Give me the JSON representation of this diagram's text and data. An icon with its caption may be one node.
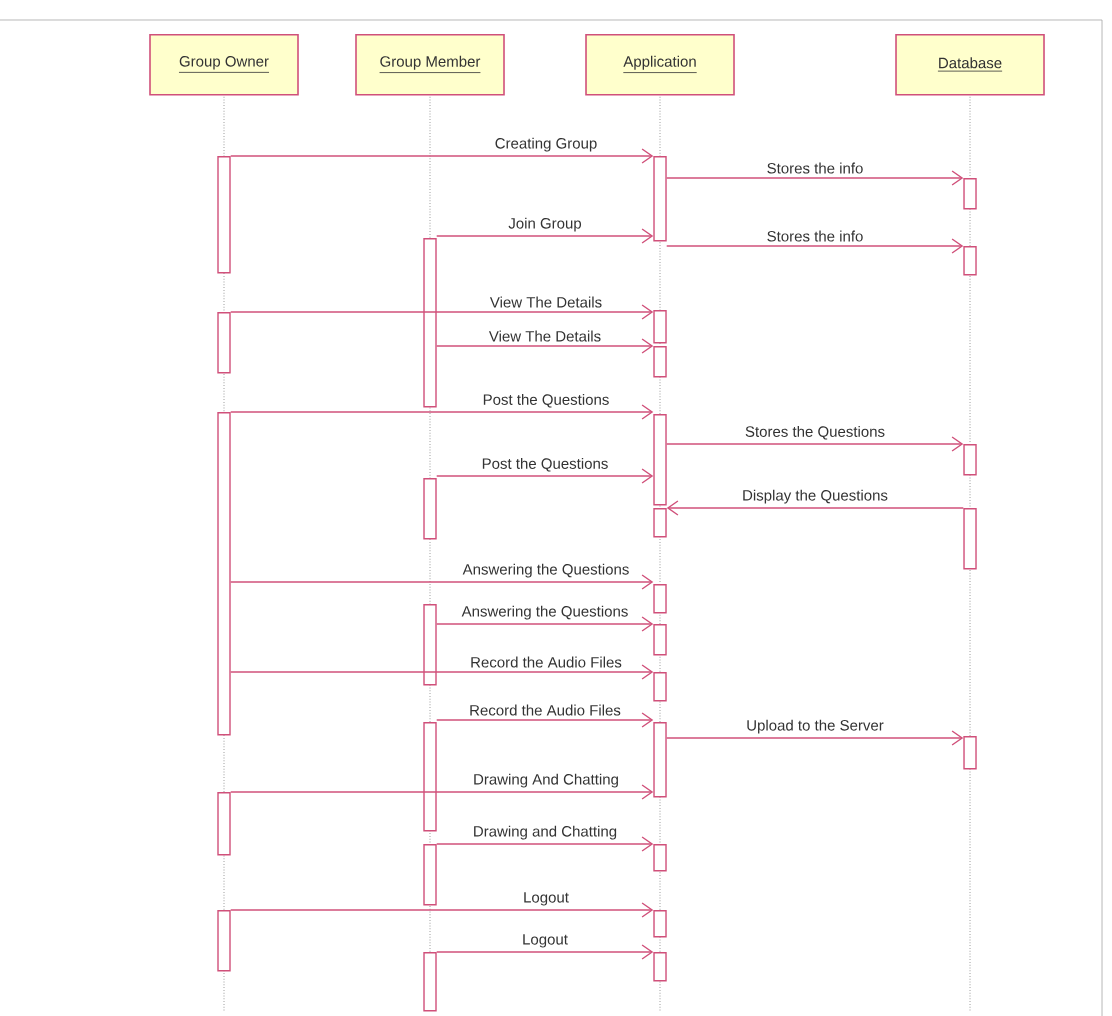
{
  "diagram": {
    "nodes": [
      {
        "text": [
          "Group Owner"
        ]
      },
      {
        "text": [
          "Group Member"
        ]
      },
      {
        "text": [
          "Application"
        ]
      },
      {
        "text": [
          "Database"
        ]
      },
      {
        "text": [],
        "shape": "bar",
        "in": 0
      },
      {
        "text": [],
        "shape": "bar",
        "in": 0
      },
      {
        "text": [],
        "shape": "bar",
        "in": 0
      },
      {
        "text": [],
        "shape": "bar",
        "in": 0
      },
      {
        "text": [],
        "shape": "bar",
        "in": 0
      },
      {
        "text": [],
        "shape": "bar",
        "in": 1
      },
      {
        "text": [],
        "shape": "bar",
        "in": 1
      },
      {
        "text": [],
        "shape": "bar",
        "in": 1
      },
      {
        "text": [],
        "shape": "bar",
        "in": 1
      },
      {
        "text": [],
        "shape": "bar",
        "in": 1
      },
      {
        "text": [],
        "shape": "bar",
        "in": 1
      },
      {
        "text": [],
        "shape": "bar",
        "in": 2
      },
      {
        "text": [],
        "shape": "bar",
        "in": 2
      },
      {
        "text": [],
        "shape": "bar",
        "in": 2
      },
      {
        "text": [],
        "shape": "bar",
        "in": 2
      },
      {
        "text": [],
        "shape": "bar",
        "in": 2
      },
      {
        "text": [],
        "shape": "bar",
        "in": 2
      },
      {
        "text": [],
        "shape": "bar",
        "in": 2
      },
      {
        "text": [],
        "shape": "bar",
        "in": 2
      },
      {
        "text": [],
        "shape": "bar",
        "in": 2
      },
      {
        "text": [],
        "shape": "bar",
        "in": 2
      },
      {
        "text": [],
        "shape": "bar",
        "in": 2
      },
      {
        "text": [],
        "shape": "bar",
        "in": 2
      },
      {
        "text": [],
        "shape": "bar",
        "in": 3
      },
      {
        "text": [],
        "shape": "bar",
        "in": 3
      },
      {
        "text": [],
        "shape": "bar",
        "in": 3
      },
      {
        "text": [],
        "shape": "bar",
        "in": 3
      },
      {
        "text": [],
        "shape": "bar",
        "in": 3
      }
    ],
    "edges": [
      {
        "from": 4,
        "to": 15,
        "arrow": "to",
        "label": "Creating Group"
      },
      {
        "from": 15,
        "to": 27,
        "arrow": "to",
        "label": "Stores the info"
      },
      {
        "from": 9,
        "to": 15,
        "arrow": "to",
        "label": "Join Group"
      },
      {
        "from": 15,
        "to": 28,
        "arrow": "to",
        "label": "Stores the info"
      },
      {
        "from": 5,
        "to": 16,
        "arrow": "to",
        "label": "View The Details"
      },
      {
        "from": 9,
        "to": 17,
        "arrow": "to",
        "label": "View The Details"
      },
      {
        "from": 6,
        "to": 18,
        "arrow": "to",
        "label": "Post the Questions"
      },
      {
        "from": 18,
        "to": 29,
        "arrow": "to",
        "label": "Stores the Questions"
      },
      {
        "from": 10,
        "to": 18,
        "arrow": "to",
        "label": "Post the Questions"
      },
      {
        "from": 30,
        "to": 19,
        "arrow": "to",
        "label": "Display the Questions"
      },
      {
        "from": 6,
        "to": 20,
        "arrow": "to",
        "label": "Answering the Questions"
      },
      {
        "from": 11,
        "to": 21,
        "arrow": "to",
        "label": "Answering the Questions"
      },
      {
        "from": 6,
        "to": 22,
        "arrow": "to",
        "label": "Record the Audio Files"
      },
      {
        "from": 12,
        "to": 23,
        "arrow": "to",
        "label": "Record the Audio Files"
      },
      {
        "from": 23,
        "to": 31,
        "arrow": "to",
        "label": "Upload to the Server"
      },
      {
        "from": 7,
        "to": 23,
        "arrow": "to",
        "label": "Drawing And Chatting"
      },
      {
        "from": 13,
        "to": 24,
        "arrow": "to",
        "label": "Drawing and Chatting"
      },
      {
        "from": 8,
        "to": 25,
        "arrow": "to",
        "label": "Logout"
      },
      {
        "from": 14,
        "to": 26,
        "arrow": "to",
        "label": "Logout"
      }
    ]
  }
}
